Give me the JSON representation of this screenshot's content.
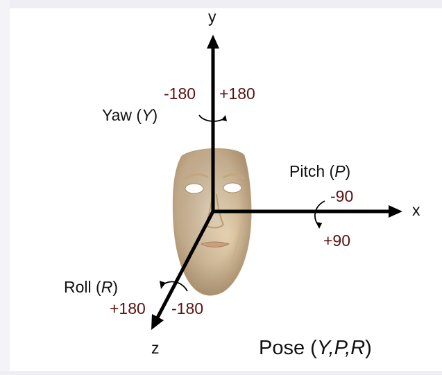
{
  "axes": {
    "y": "y",
    "x": "x",
    "z": "z"
  },
  "yaw": {
    "name": "Yaw",
    "var": "Y",
    "neg": "-180",
    "pos": "+180"
  },
  "pitch": {
    "name": "Pitch",
    "var": "P",
    "neg": "-90",
    "pos": "+90"
  },
  "roll": {
    "name": "Roll",
    "var": "R",
    "neg": "-180",
    "pos": "+180"
  },
  "pose": {
    "name": "Pose",
    "vars": "Y,P,R"
  },
  "colors": {
    "axis": "#000000",
    "value": "#5a1010",
    "skin": "#e7d3b3"
  }
}
